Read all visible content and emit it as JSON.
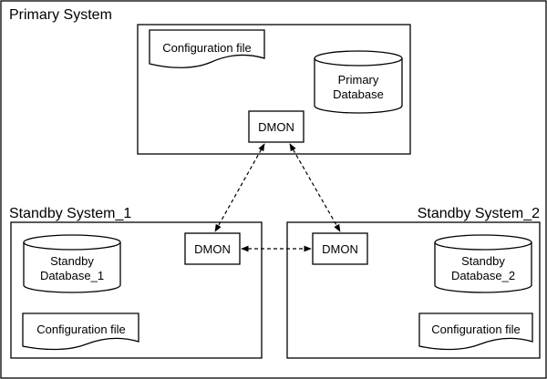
{
  "regions": {
    "primary": {
      "title": "Primary System"
    },
    "standby1": {
      "title": "Standby System_1"
    },
    "standby2": {
      "title": "Standby System_2"
    }
  },
  "nodes": {
    "primary_config": {
      "label": "Configuration file"
    },
    "primary_db": {
      "line1": "Primary",
      "line2": "Database"
    },
    "primary_dmon": {
      "label": "DMON"
    },
    "standby1_db": {
      "line1": "Standby",
      "line2": "Database_1"
    },
    "standby1_dmon": {
      "label": "DMON"
    },
    "standby1_config": {
      "label": "Configuration file"
    },
    "standby2_dmon": {
      "label": "DMON"
    },
    "standby2_db": {
      "line1": "Standby",
      "line2": "Database_2"
    },
    "standby2_config": {
      "label": "Configuration file"
    }
  },
  "connections": [
    {
      "from": "primary_dmon",
      "to": "standby1_dmon",
      "style": "dashed",
      "arrows": "both"
    },
    {
      "from": "primary_dmon",
      "to": "standby2_dmon",
      "style": "dashed",
      "arrows": "both"
    },
    {
      "from": "standby1_dmon",
      "to": "standby2_dmon",
      "style": "dashed",
      "arrows": "both"
    }
  ]
}
